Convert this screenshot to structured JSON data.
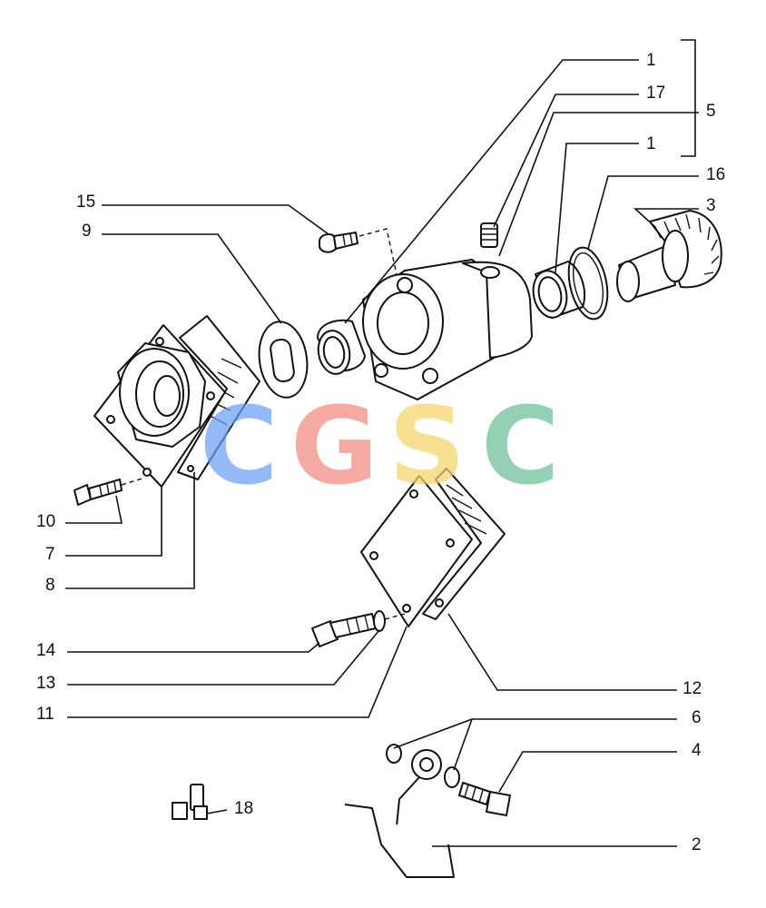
{
  "callouts": [
    "1",
    "17",
    "5",
    "1",
    "16",
    "3",
    "15",
    "9",
    "10",
    "7",
    "8",
    "14",
    "13",
    "11",
    "12",
    "6",
    "4",
    "2",
    "18"
  ],
  "watermark": {
    "letters": [
      "C",
      "G",
      "S",
      "C"
    ],
    "colors": [
      "#6a9ff5",
      "#f08a80",
      "#f5d46a",
      "#6cbf97"
    ]
  }
}
